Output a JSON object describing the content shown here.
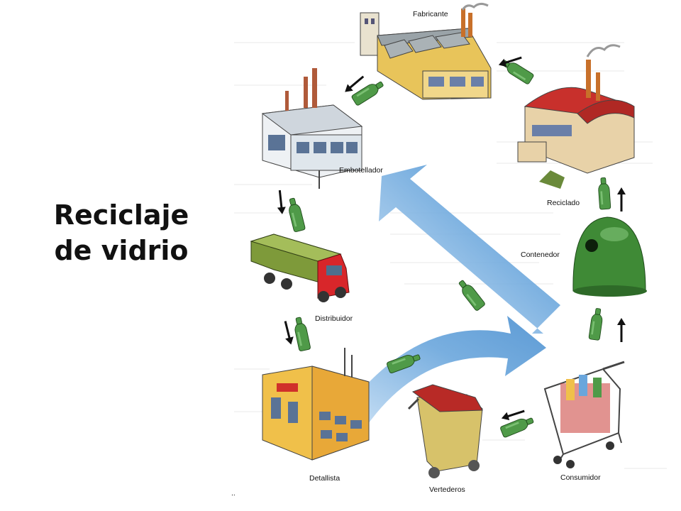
{
  "title": {
    "line1": "Reciclaje",
    "line2": "de vidrio"
  },
  "diagram": {
    "nodes": [
      {
        "id": "fabricante",
        "label": "Fabricante"
      },
      {
        "id": "embotellador",
        "label": "Embotellador"
      },
      {
        "id": "distribuidor",
        "label": "Distribuidor"
      },
      {
        "id": "detallista",
        "label": "Detallista"
      },
      {
        "id": "vertederos",
        "label": "Vertederos"
      },
      {
        "id": "consumidor",
        "label": "Consumidor"
      },
      {
        "id": "contenedor",
        "label": "Contenedor"
      },
      {
        "id": "reciclado",
        "label": "Reciclado"
      }
    ],
    "colors": {
      "bottle": "#4f9a48",
      "flow_arrow": "#5f9fd8",
      "factory_roof": "#c8302c",
      "container": "#3f8a36",
      "truck_cab": "#d8262a",
      "truck_body": "#7e9a3a"
    },
    "footnote": ".."
  }
}
